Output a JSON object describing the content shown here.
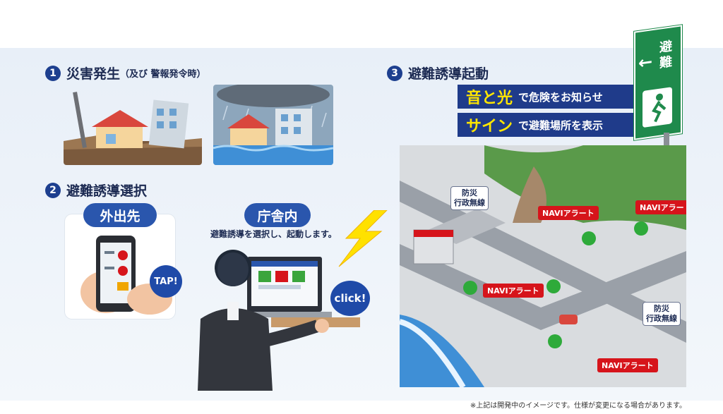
{
  "step1": {
    "num": "1",
    "title": "災害発生",
    "subtitle": "（及び 警報発令時）"
  },
  "step2": {
    "num": "2",
    "title": "避難誘導選択",
    "outside_label": "外出先",
    "office_label": "庁舎内",
    "office_caption": "避難誘導を選択し、起動します。",
    "tap": "TAP!",
    "click": "click!"
  },
  "step3": {
    "num": "3",
    "title": "避難誘導起動",
    "banner1": {
      "highlight": "音と光",
      "text": "で危険をお知らせ"
    },
    "banner2": {
      "highlight": "サイン",
      "text": "で避難場所を表示"
    }
  },
  "sign": {
    "text1": "避",
    "text2": "難"
  },
  "map": {
    "bousai1": [
      "防災",
      "行政無線"
    ],
    "bousai2": [
      "防災",
      "行政無線"
    ],
    "navi_alerts": [
      "NAVIアラート",
      "NAVIアラート",
      "NAVIアラート",
      "NAVIアラート"
    ]
  },
  "footnote": "※上記は開発中のイメージです。仕様が変更になる場合があります。",
  "colors": {
    "navy": "#1f3b8a",
    "accent_yellow": "#ffe600",
    "alert_red": "#d6141b"
  }
}
